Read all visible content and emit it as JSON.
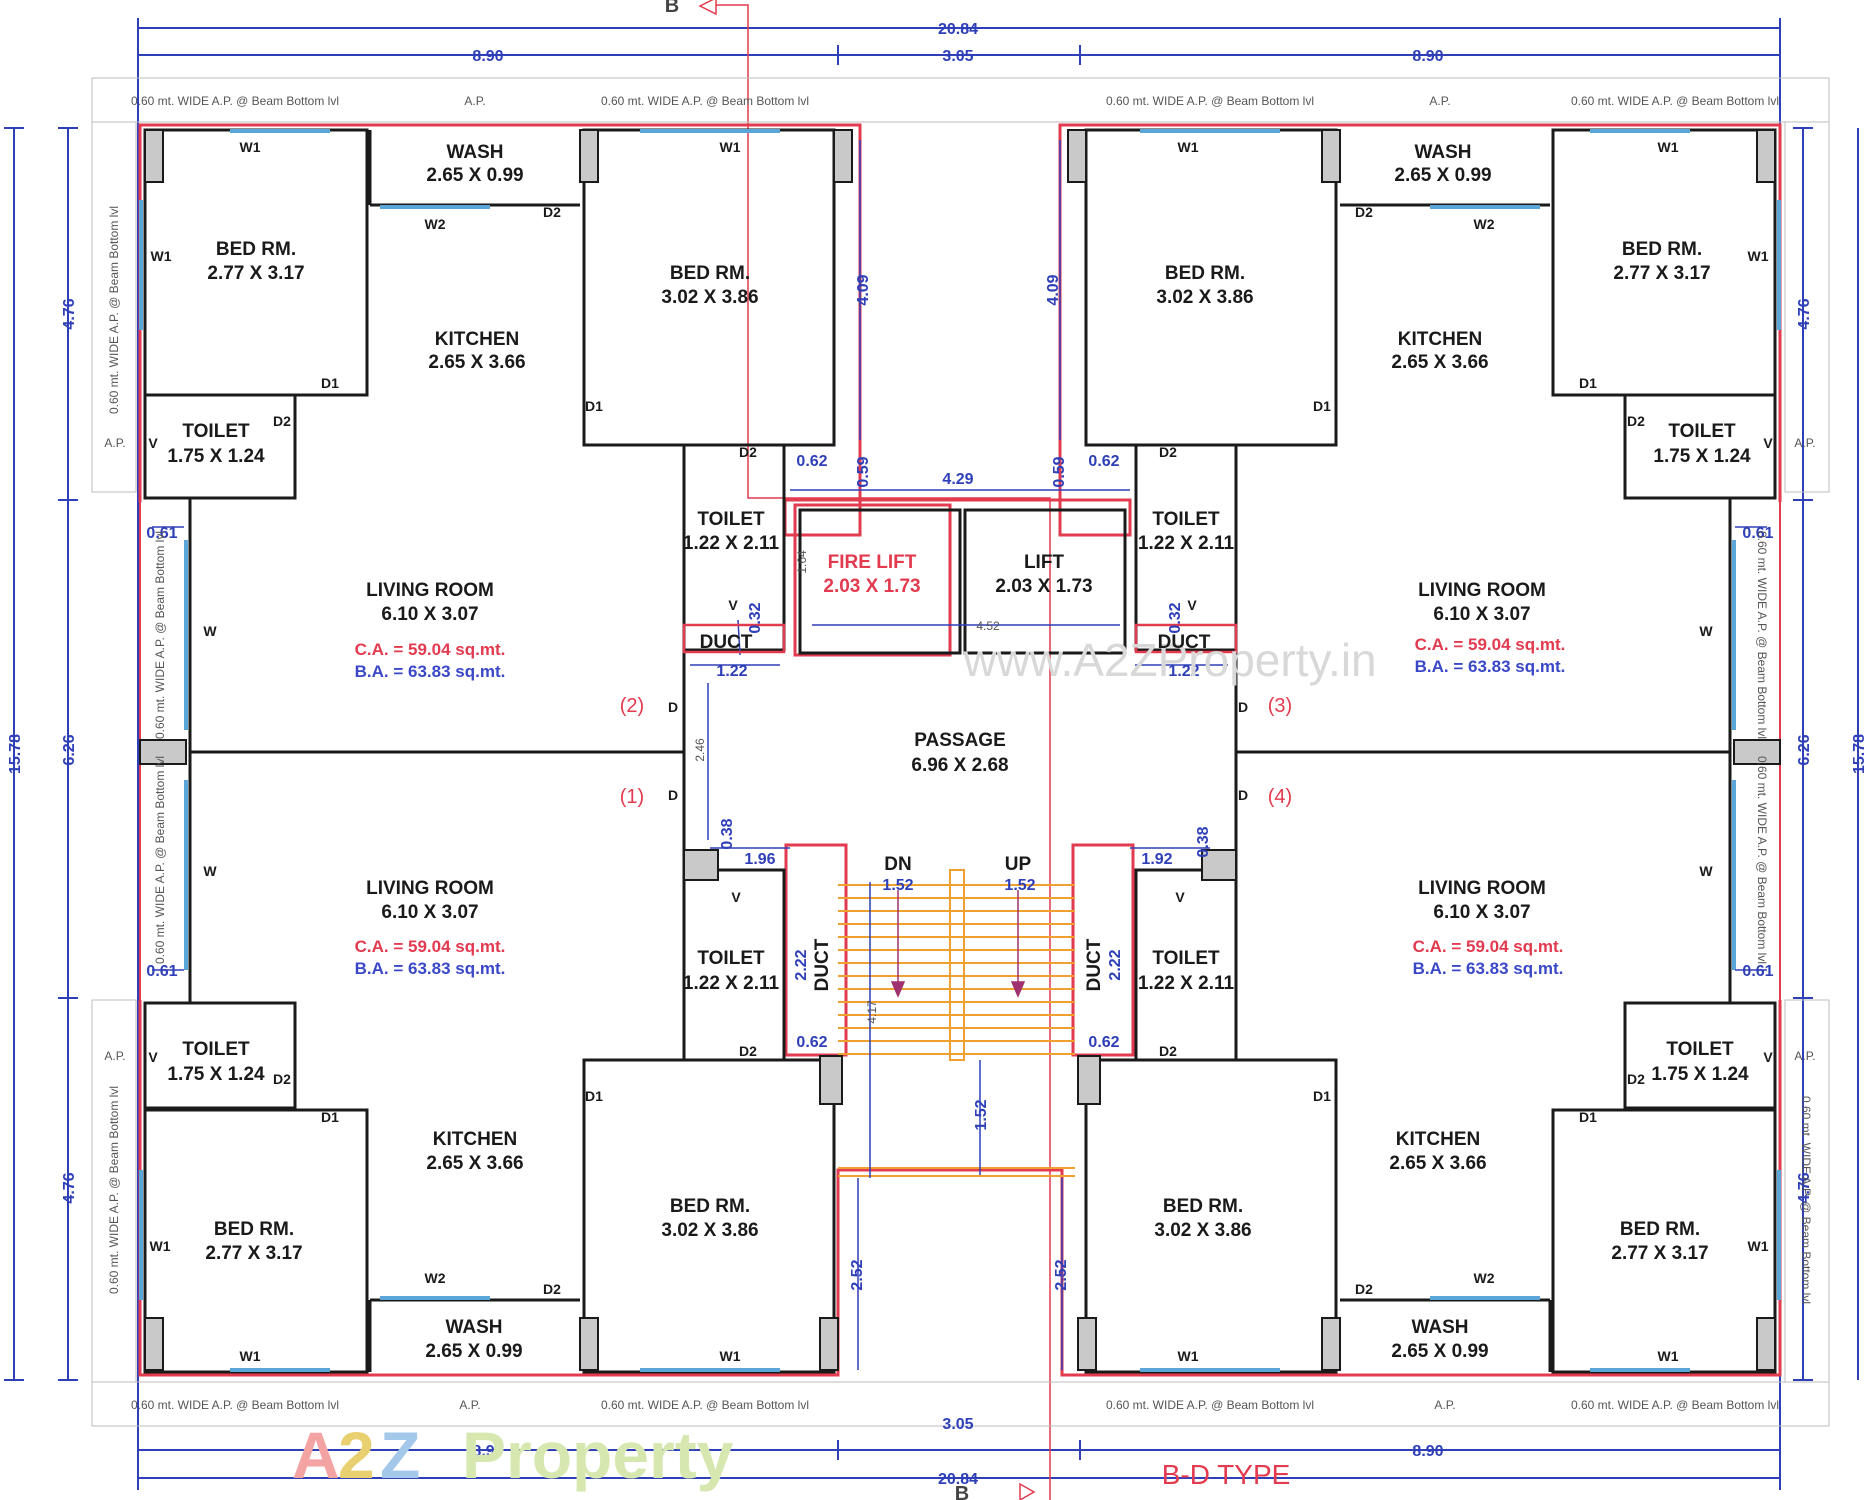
{
  "dimensions": {
    "overall_width": "20.84",
    "wing_width": "8.90",
    "core_width": "3.05",
    "overall_depth": "15.78",
    "block_depth": "4.76",
    "mid_depth": "6.26",
    "lobby_width": "4.29",
    "lobby_inner": "4.52",
    "shaft_offset": "0.62",
    "shaft_side": "0.59",
    "room_depth": "4.09",
    "passage_h": "2.46",
    "lift_inner": "1.64",
    "stair_h": "4.17",
    "stair_gap": "1.52",
    "stair_side": "2.52",
    "duct_w": "1.22",
    "duct_h": "0.62",
    "duct_top": "0.32",
    "stair_duct_w": "1.96",
    "stair_duct_w_r": "1.92",
    "stair_duct_d": "2.22",
    "stair_duct_t": "0.38",
    "ap_offset": "0.61",
    "flight_w": "1.52"
  },
  "labels": {
    "beam_note": "0.60 mt. WIDE A.P. @ Beam Bottom lvl",
    "ap": "A.P.",
    "section": "B",
    "type": "B-D TYPE",
    "watermark": "www.A2ZProperty.in",
    "logo_a": "A",
    "logo_2": "2",
    "logo_z": "Z",
    "logo_rest": "Property"
  },
  "rooms": {
    "bed": "BED RM.",
    "bed_small_dim": "2.77 X 3.17",
    "bed_large_dim": "3.02 X 3.86",
    "kitchen": "KITCHEN",
    "kitchen_dim": "2.65 X 3.66",
    "wash": "WASH",
    "wash_dim": "2.65 X 0.99",
    "toilet": "TOILET",
    "toilet_dim": "1.75 X 1.24",
    "toilet2_dim": "1.22 X 2.11",
    "living": "LIVING ROOM",
    "living_dim": "6.10 X 3.07",
    "ca": "C.A. = 59.04 sq.mt.",
    "ba": "B.A. = 63.83 sq.mt.",
    "duct": "DUCT",
    "fire_lift": "FIRE LIFT",
    "lift": "LIFT",
    "lift_dim": "2.03 X 1.73",
    "passage": "PASSAGE",
    "passage_dim": "6.96 X 2.68",
    "dn": "DN",
    "up": "UP"
  },
  "units": [
    "(1)",
    "(2)",
    "(3)",
    "(4)"
  ],
  "tags": {
    "w1": "W1",
    "w2": "W2",
    "w": "W",
    "d": "D",
    "d1": "D1",
    "d2": "D2",
    "v": "V"
  },
  "colors": {
    "wall": "#1a1a1a",
    "outline": "#e23a4e",
    "dimension": "#2e3fb8",
    "window": "#5aa6d8",
    "stair": "#f0a030",
    "column": "#c9c9c9"
  }
}
